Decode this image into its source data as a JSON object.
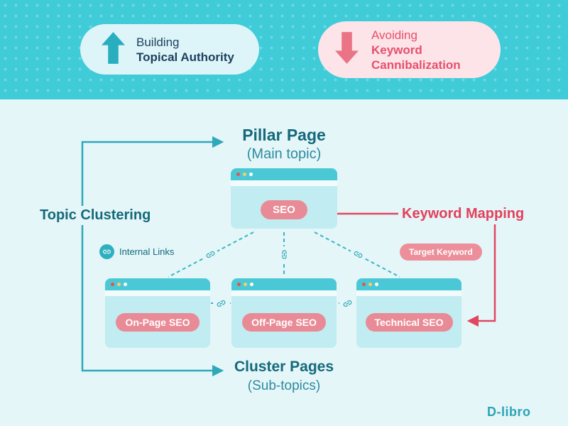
{
  "banner": {
    "building": {
      "line1": "Building",
      "line2": "Topical Authority"
    },
    "avoiding": {
      "line1": "Avoiding",
      "line2": "Keyword Cannibalization"
    }
  },
  "pillar": {
    "title": "Pillar Page",
    "subtitle": "(Main topic)",
    "badge": "SEO"
  },
  "labels": {
    "topic_clustering": "Topic Clustering",
    "keyword_mapping": "Keyword Mapping",
    "internal_links": "Internal Links",
    "target_keyword": "Target Keyword"
  },
  "clusters": {
    "title": "Cluster Pages",
    "subtitle": "(Sub-topics)",
    "pages": [
      {
        "badge": "On-Page SEO"
      },
      {
        "badge": "Off-Page SEO"
      },
      {
        "badge": "Technical SEO"
      }
    ]
  },
  "logo": {
    "text": "D-libro"
  },
  "colors": {
    "banner_bg": "#3fccd8",
    "page_bg": "#e4f6f8",
    "teal_dark": "#15697b",
    "teal_line": "#2fa8ba",
    "red_accent": "#e3405c",
    "badge_bg": "#e98b96",
    "browser_header": "#4bc8d6",
    "browser_body": "#c1ecf1"
  }
}
